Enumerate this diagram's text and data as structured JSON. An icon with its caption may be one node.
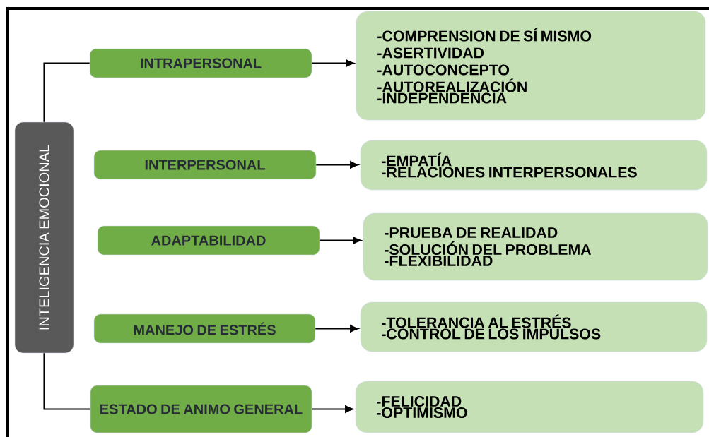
{
  "diagram": {
    "nodes": [
      {
        "text": [
          "INTELIGENCIA EMOCIONAL"
        ]
      },
      {
        "text": [
          "INTRAPERSONAL"
        ]
      },
      {
        "text": [
          "INTERPERSONAL"
        ]
      },
      {
        "text": [
          "ADAPTABILIDAD"
        ]
      },
      {
        "text": [
          "MANEJO DE ESTRÉS"
        ]
      },
      {
        "text": [
          "ESTADO DE ANIMO GENERAL"
        ]
      },
      {
        "text": [
          "-COMPRENSION DE SÍ MISMO",
          "-ASERTIVIDAD",
          "-AUTOCONCEPTO",
          "-AUTOREALIZACIÓN",
          "-INDEPENDENCIA"
        ]
      },
      {
        "text": [
          "-EMPATÍA",
          "-RELACIONES INTERPERSONALES"
        ]
      },
      {
        "text": [
          "-PRUEBA DE REALIDAD",
          "-SOLUCIÓN DEL PROBLEMA",
          "-FLEXIBILIDAD"
        ]
      },
      {
        "text": [
          "-TOLERANCIA AL ESTRÉS",
          "-CONTROL DE LOS IMPULSOS"
        ]
      },
      {
        "text": [
          "-FELICIDAD",
          "-OPTIMISMO"
        ]
      }
    ],
    "edges": [
      {
        "from": 0,
        "to": 1,
        "arrow": "none"
      },
      {
        "from": 0,
        "to": 5,
        "arrow": "none"
      },
      {
        "from": 1,
        "to": 6,
        "arrow": "to"
      },
      {
        "from": 2,
        "to": 7,
        "arrow": "to"
      },
      {
        "from": 3,
        "to": 8,
        "arrow": "to"
      },
      {
        "from": 4,
        "to": 9,
        "arrow": "to"
      },
      {
        "from": 5,
        "to": 10,
        "arrow": "to"
      }
    ]
  }
}
